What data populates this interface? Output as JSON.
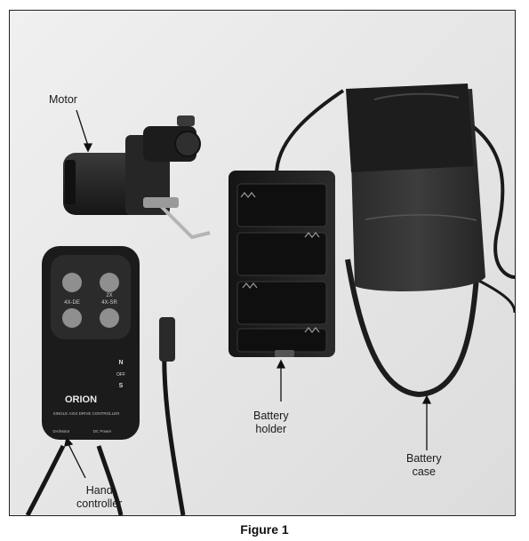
{
  "figure": {
    "caption": "Figure 1",
    "labels": {
      "motor": "Motor",
      "battery_holder_line1": "Battery",
      "battery_holder_line2": "holder",
      "battery_case_line1": "Battery",
      "battery_case_line2": "case",
      "hand_controller_line1": "Hand",
      "hand_controller_line2": "controller"
    },
    "controller_text": {
      "brand": "ORION",
      "model": "SINGLE AXIS DRIVE CONTROLLER",
      "speed_left": "4X-DE",
      "speed_right_top": "2X",
      "speed_right_bottom": "4X-SR",
      "switch_n": "N",
      "switch_off": "OFF",
      "switch_s": "S",
      "port_left": "DA/Motor",
      "port_right": "DC Power"
    }
  }
}
